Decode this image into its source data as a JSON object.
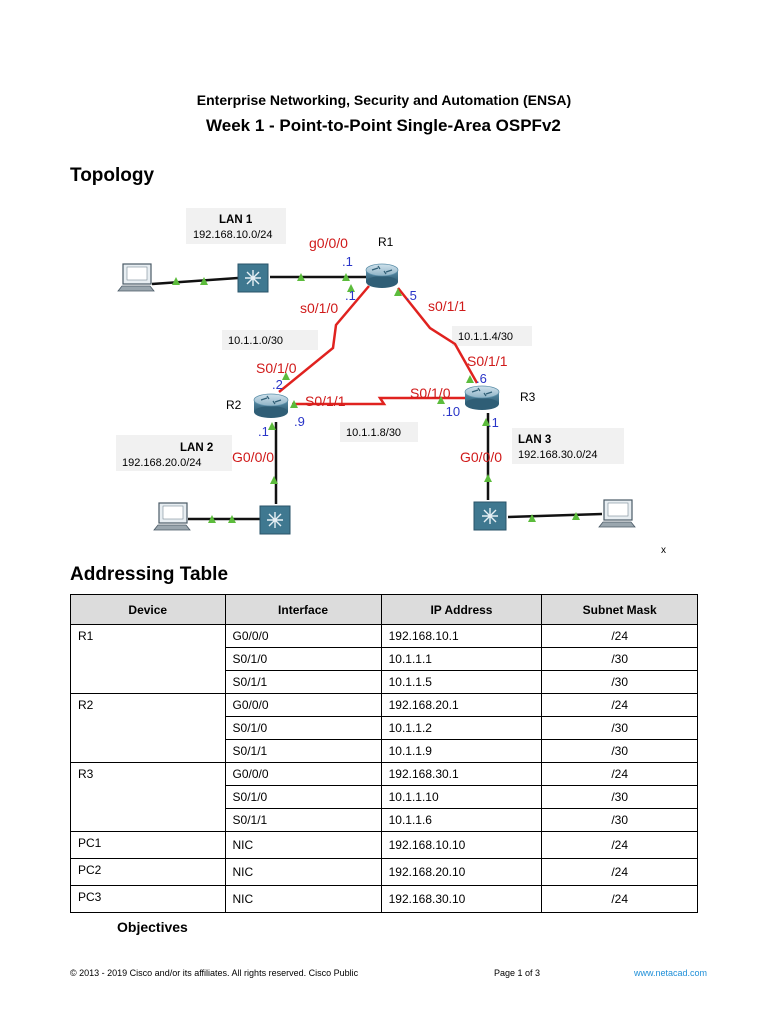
{
  "header": {
    "course": "Enterprise Networking, Security and Automation (ENSA)",
    "title": "Week 1 - Point-to-Point Single-Area OSPFv2"
  },
  "sections": {
    "topology": "Topology",
    "addressing": "Addressing Table",
    "objectives": "Objectives"
  },
  "topology": {
    "lan1": {
      "name": "LAN 1",
      "net": "192.168.10.0/24"
    },
    "lan2": {
      "name": "LAN 2",
      "net": "192.168.20.0/24"
    },
    "lan3": {
      "name": "LAN 3",
      "net": "192.168.30.0/24"
    },
    "routers": {
      "r1": "R1",
      "r2": "R2",
      "r3": "R3"
    },
    "links": {
      "r1_r2": "10.1.1.0/30",
      "r1_r3": "10.1.1.4/30",
      "r2_r3": "10.1.1.8/30"
    },
    "interfaces": {
      "r1_g": "g0/0/0",
      "r1_s0": "s0/1/0",
      "r1_s1": "s0/1/1",
      "r2_s0": "S0/1/0",
      "r2_s1": "S0/1/1",
      "r2_g": "G0/0/0",
      "r3_s0": "S0/1/0",
      "r3_s1": "S0/1/1",
      "r3_g": "G0/0/0"
    },
    "hosts": {
      "r1_g": ".1",
      "r1_s0": ".1",
      "r1_s1": ".5",
      "r2_s0": ".2",
      "r2_s1": ".9",
      "r2_g": ".1",
      "r3_s0": ".10",
      "r3_s1": ".6",
      "r3_g": ".1"
    },
    "stray_mark": "x"
  },
  "table": {
    "headers": [
      "Device",
      "Interface",
      "IP Address",
      "Subnet Mask"
    ],
    "groups": [
      {
        "device": "R1",
        "rows": [
          [
            "G0/0/0",
            "192.168.10.1",
            "/24"
          ],
          [
            "S0/1/0",
            "10.1.1.1",
            "/30"
          ],
          [
            "S0/1/1",
            "10.1.1.5",
            "/30"
          ]
        ]
      },
      {
        "device": "R2",
        "rows": [
          [
            "G0/0/0",
            "192.168.20.1",
            "/24"
          ],
          [
            "S0/1/0",
            "10.1.1.2",
            "/30"
          ],
          [
            "S0/1/1",
            "10.1.1.9",
            "/30"
          ]
        ]
      },
      {
        "device": "R3",
        "rows": [
          [
            "G0/0/0",
            "192.168.30.1",
            "/24"
          ],
          [
            "S0/1/0",
            "10.1.1.10",
            "/30"
          ],
          [
            "S0/1/1",
            "10.1.1.6",
            "/30"
          ]
        ]
      },
      {
        "device": "PC1",
        "rows": [
          [
            "NIC",
            "192.168.10.10",
            "/24"
          ]
        ]
      },
      {
        "device": "PC2",
        "rows": [
          [
            "NIC",
            "192.168.20.10",
            "/24"
          ]
        ]
      },
      {
        "device": "PC3",
        "rows": [
          [
            "NIC",
            "192.168.30.10",
            "/24"
          ]
        ]
      }
    ]
  },
  "footer": {
    "copyright": "© 2013 - 2019 Cisco and/or its affiliates. All rights reserved. Cisco Public",
    "page": "Page 1 of 3",
    "url": "www.netacad.com"
  },
  "colors": {
    "serial_link": "#e0221f",
    "ethernet_link": "#111111",
    "link_indicator": "#5cbc3c",
    "host_suffix": "#2a35c8",
    "interface_label": "#d01a1a",
    "router_body": "#4a7d98",
    "switch_body": "#3f7890",
    "footer_link": "#1f8fd8"
  }
}
